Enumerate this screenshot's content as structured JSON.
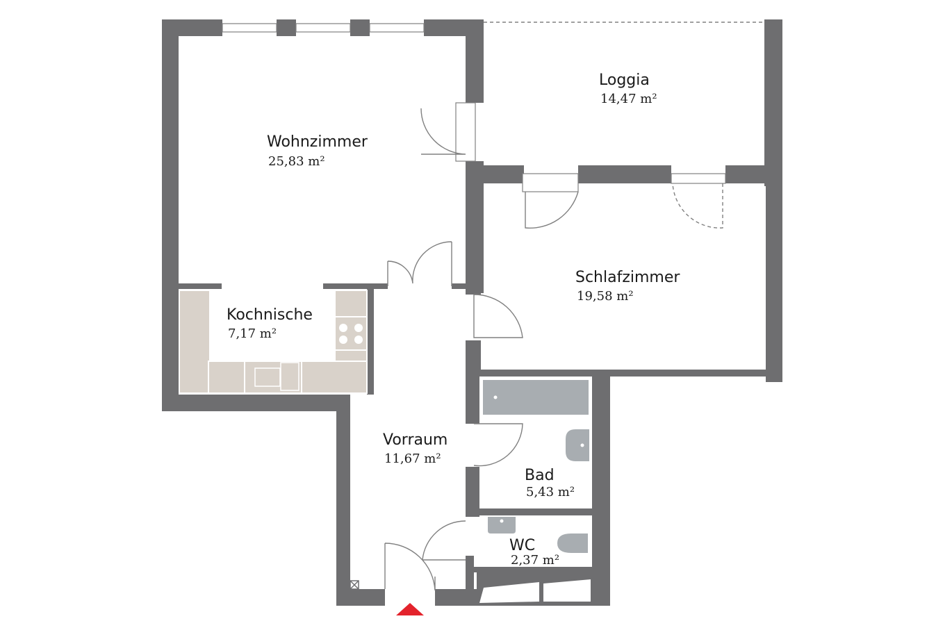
{
  "rooms": {
    "wohnzimmer": {
      "name": "Wohnzimmer",
      "area": "25,83 m²"
    },
    "loggia": {
      "name": "Loggia",
      "area": "14,47 m²"
    },
    "schlafzimmer": {
      "name": "Schlafzimmer",
      "area": "19,58 m²"
    },
    "kochnische": {
      "name": "Kochnische",
      "area": "7,17 m²"
    },
    "vorraum": {
      "name": "Vorraum",
      "area": "11,67 m²"
    },
    "bad": {
      "name": "Bad",
      "area": "5,43 m²"
    },
    "wc": {
      "name": "WC",
      "area": "2,37 m²"
    }
  },
  "colors": {
    "wall": "#6e6e70",
    "kitchen": "#d9d2ca",
    "sanitary": "#a8adb1",
    "entrance_marker": "#e3232c"
  },
  "icons": {
    "entrance": "entrance-arrow-icon",
    "shaft": "shaft-cross-icon"
  }
}
